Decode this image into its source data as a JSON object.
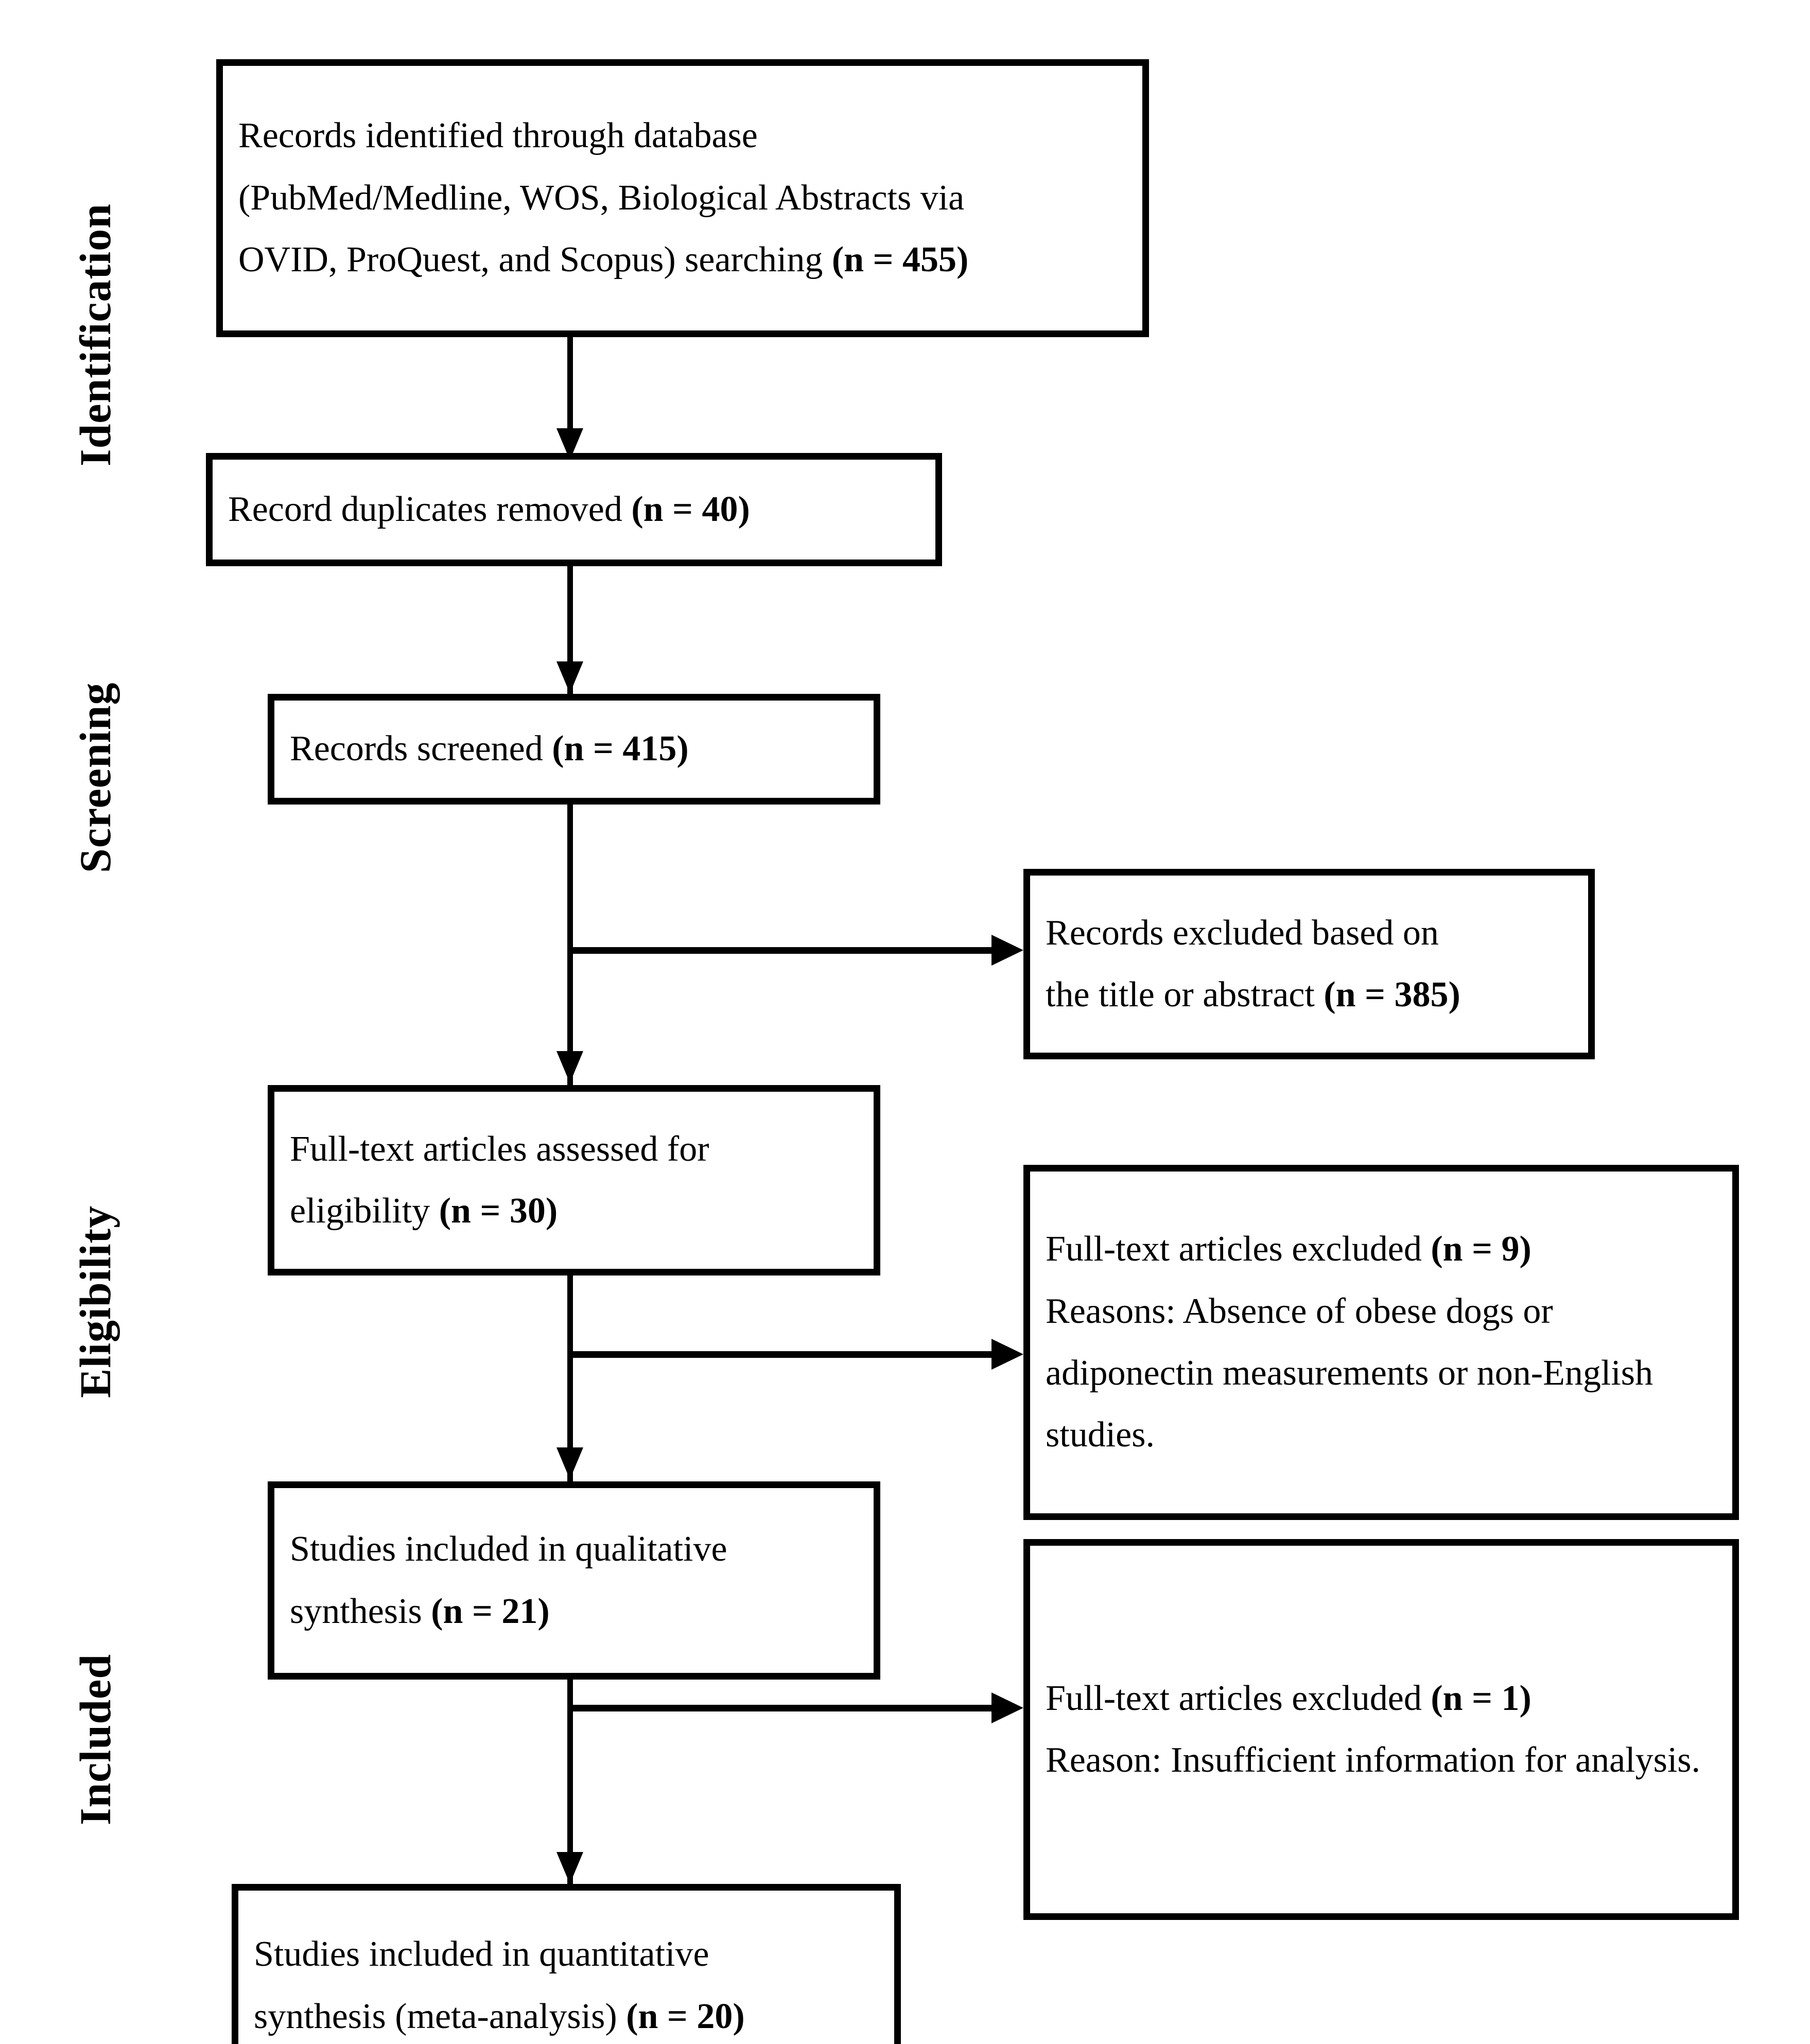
{
  "diagram": {
    "type": "PRISMA flow diagram",
    "stages": [
      {
        "id": "identification",
        "label": "Identification"
      },
      {
        "id": "screening",
        "label": "Screening"
      },
      {
        "id": "eligibility",
        "label": "Eligibility"
      },
      {
        "id": "included",
        "label": "Included"
      }
    ],
    "boxes": {
      "identified": {
        "line1": "Records identified through database",
        "line2": "(PubMed/Medline, WOS, Biological Abstracts via",
        "line3_text": "OVID, ProQuest, and Scopus) searching ",
        "line3_count": "(n = 455)"
      },
      "duplicates": {
        "text": "Record duplicates removed ",
        "count": "(n = 40)"
      },
      "screened": {
        "text": "Records screened ",
        "count": "(n = 415)"
      },
      "excluded_title_abstract": {
        "line1": "Records excluded based on",
        "line2_text": "the title or abstract ",
        "line2_count": "(n = 385)"
      },
      "fulltext_assessed": {
        "line1": "Full-text articles assessed for",
        "line2_text": "eligibility ",
        "line2_count": "(n = 30)"
      },
      "fulltext_excluded_9": {
        "line1_text": "Full-text articles excluded ",
        "line1_count": "(n = 9)",
        "line2": "Reasons: Absence of obese dogs or adiponectin measurements or non-English studies."
      },
      "qualitative": {
        "line1": "Studies included in qualitative",
        "line2_text": "synthesis ",
        "line2_count": "(n = 21)"
      },
      "fulltext_excluded_1": {
        "line1_text": "Full-text articles excluded ",
        "line1_count": "(n = 1)",
        "line2": "Reason: Insufficient information for analysis."
      },
      "quantitative": {
        "line1": "Studies included in quantitative",
        "line2_text": "synthesis (meta-analysis) ",
        "line2_count": "(n = 20)"
      }
    },
    "counts": {
      "identified": 455,
      "duplicates_removed": 40,
      "screened": 415,
      "excluded_title_abstract": 385,
      "fulltext_assessed": 30,
      "fulltext_excluded_reasons": 9,
      "qualitative_synthesis": 21,
      "fulltext_excluded_insufficient": 1,
      "quantitative_synthesis": 20
    },
    "colors": {
      "stroke": "#000000",
      "background": "#ffffff",
      "text": "#000000"
    }
  }
}
